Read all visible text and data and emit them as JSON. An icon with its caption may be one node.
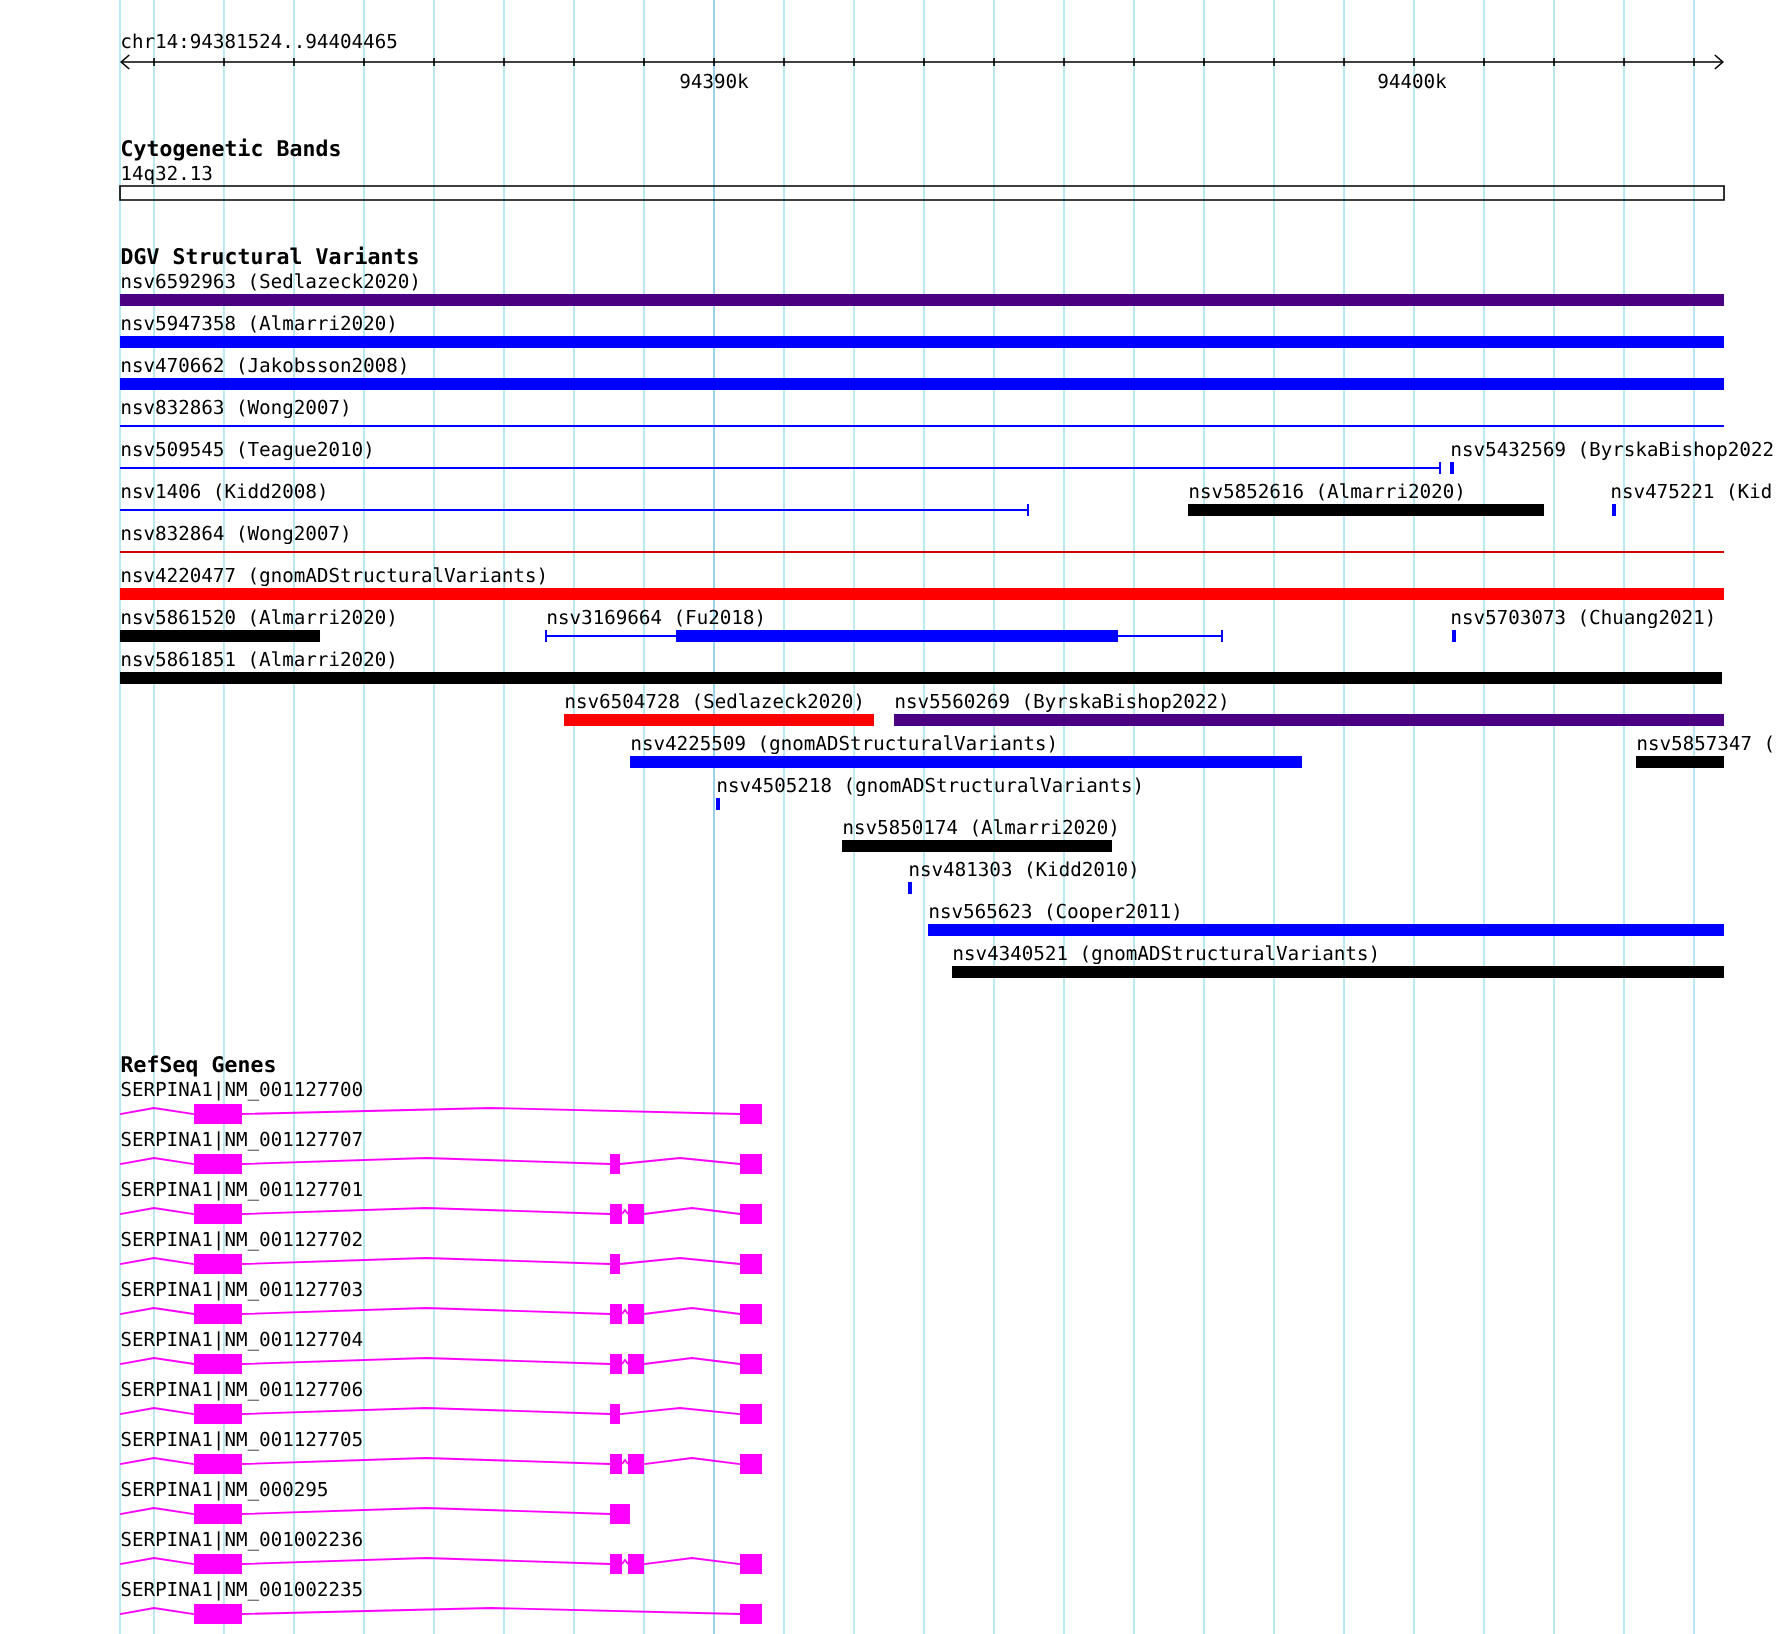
{
  "diagram": {
    "title": "chr14:94381524..94404465",
    "labels": [
      "94390k",
      "94400k",
      "Cytogenetic Bands",
      "14q32.13",
      "DGV Structural Variants",
      "nsv6592963 (Sedlazeck2020)",
      "nsv5947358 (Almarri2020)",
      "nsv470662 (Jakobsson2008)",
      "nsv832863 (Wong2007)",
      "nsv509545 (Teague2010)",
      "nsv5432569 (ByrskaBishop2022",
      "nsv1406 (Kidd2008)",
      "nsv5852616 (Almarri2020)",
      "nsv475221 (Kid",
      "nsv832864 (Wong2007)",
      "nsv4220477 (gnomADStructuralVariants)",
      "nsv5861520 (Almarri2020)",
      "nsv3169664 (Fu2018)",
      "nsv5703073 (Chuang2021)",
      "nsv5861851 (Almarri2020)",
      "nsv6504728 (Sedlazeck2020)",
      "nsv5560269 (ByrskaBishop2022)",
      "nsv4225509 (gnomADStructuralVariants)",
      "nsv5857347 (",
      "nsv4505218 (gnomADStructuralVariants)",
      "nsv5850174 (Almarri2020)",
      "nsv481303 (Kidd2010)",
      "nsv565623 (Cooper2011)",
      "nsv4340521 (gnomADStructuralVariants)",
      "RefSeq Genes",
      "SERPINA1|NM_001127700",
      "SERPINA1|NM_001127707",
      "SERPINA1|NM_001127701",
      "SERPINA1|NM_001127702",
      "SERPINA1|NM_001127703",
      "SERPINA1|NM_001127704",
      "SERPINA1|NM_001127706",
      "SERPINA1|NM_001127705",
      "SERPINA1|NM_000295",
      "SERPINA1|NM_001002236",
      "SERPINA1|NM_001002235"
    ]
  }
}
